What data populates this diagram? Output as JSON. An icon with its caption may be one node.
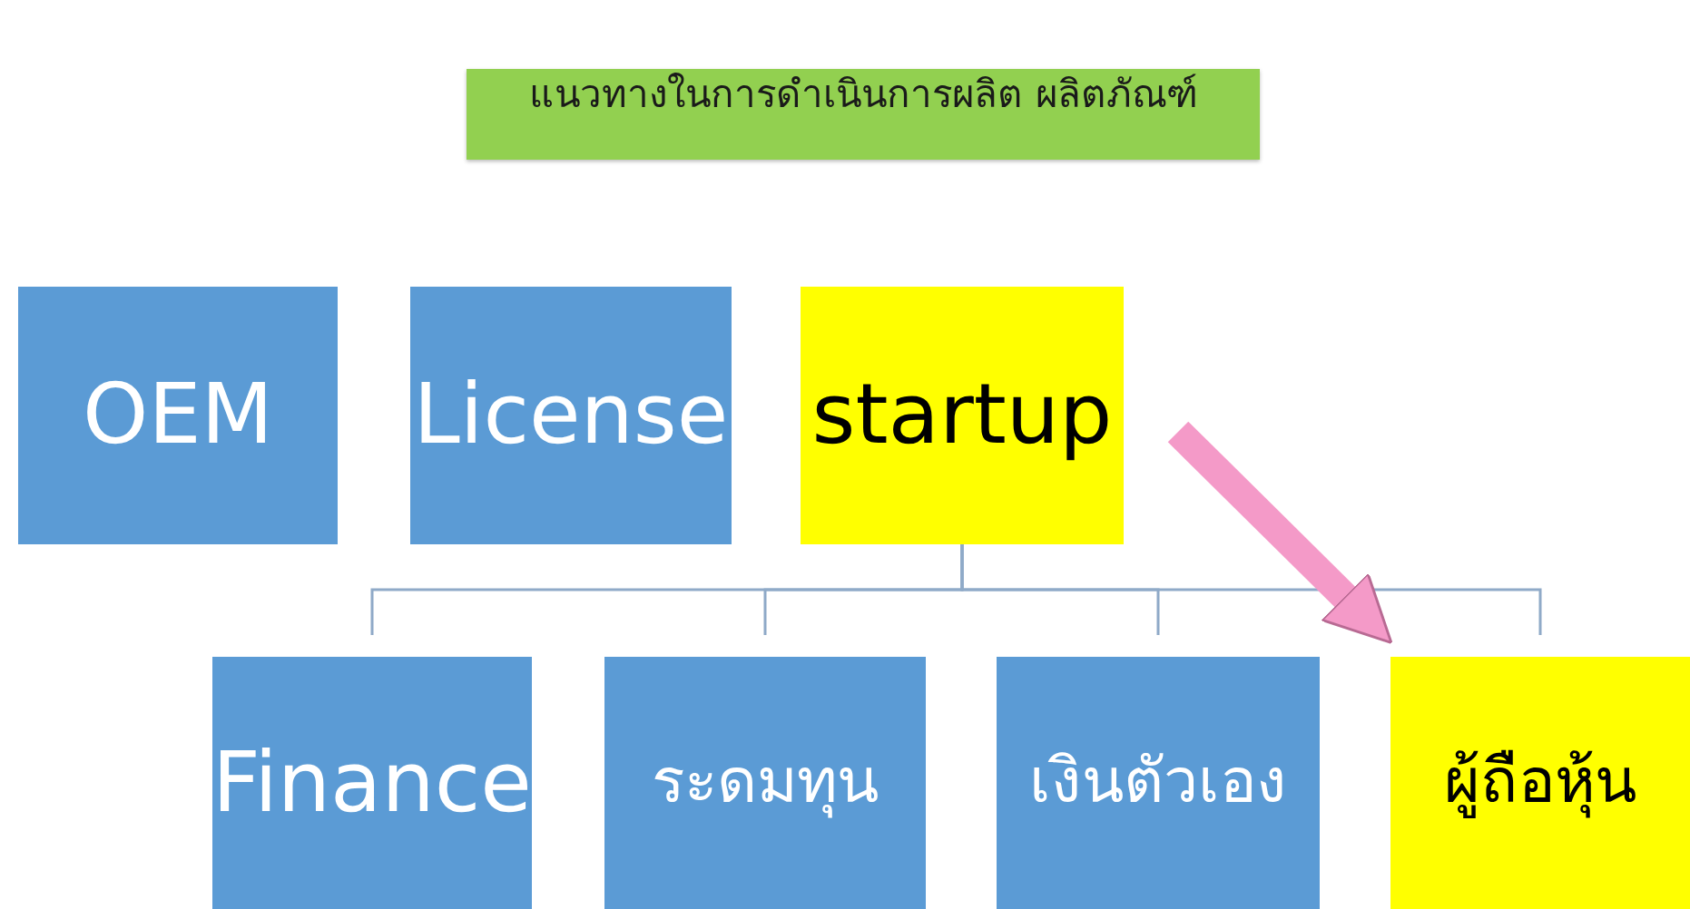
{
  "diagram": {
    "nodes": [
      {
        "text": [
          "แนวทางในการดำเนินการผลิต ผลิตภัณฑ์"
        ]
      },
      {
        "text": [
          "OEM"
        ]
      },
      {
        "text": [
          "License"
        ]
      },
      {
        "text": [
          "startup"
        ]
      },
      {
        "text": [
          "Finance"
        ]
      },
      {
        "text": [
          "ระดมทุน"
        ]
      },
      {
        "text": [
          "เงินตัวเอง"
        ]
      },
      {
        "text": [
          "ผู้ถือหุ้น"
        ]
      }
    ],
    "edges": [
      {
        "from": 3,
        "to": 4,
        "arrow": "none"
      },
      {
        "from": 3,
        "to": 5,
        "arrow": "none"
      },
      {
        "from": 3,
        "to": 6,
        "arrow": "none"
      },
      {
        "from": 3,
        "to": 7,
        "arrow": "none"
      },
      {
        "from": 3,
        "to": 7,
        "arrow": "to",
        "style": "thick",
        "color": "#f49ac8"
      }
    ]
  }
}
